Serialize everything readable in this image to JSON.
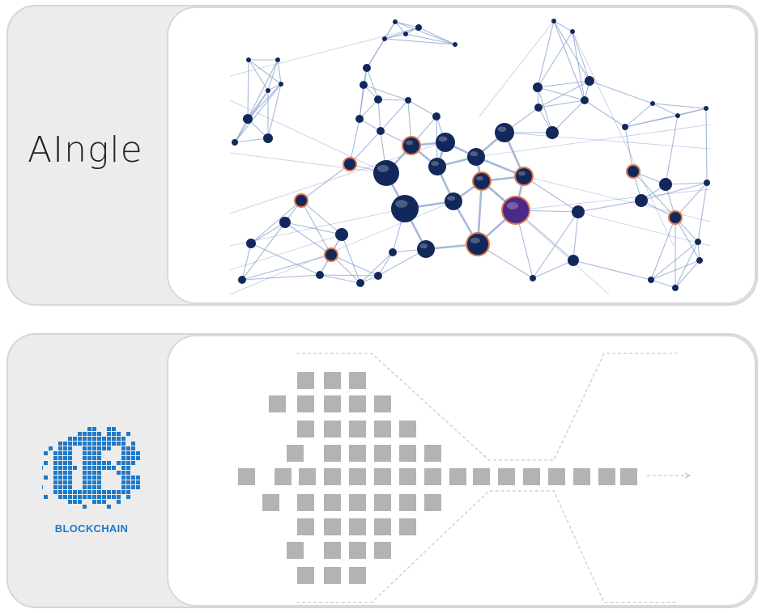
{
  "cards": [
    {
      "label": "AIngle",
      "illustration": "network-graph"
    },
    {
      "label": "BLOCKCHAIN",
      "illustration": "block-funnel"
    }
  ],
  "colors": {
    "card_bg": "#ececec",
    "card_border": "#d6d6d6",
    "network_node": "#13285a",
    "network_node_highlight": "#4a2a86",
    "network_ring": "#e0774a",
    "network_edge": "#8aa0cf",
    "block_fill": "#b3b3b3",
    "blockchain_blue": "#1e79c8"
  },
  "icons": {
    "blockchain_logo": "bitcoin-b-pixel-icon",
    "arrow": "dashed-arrow-right-icon"
  }
}
